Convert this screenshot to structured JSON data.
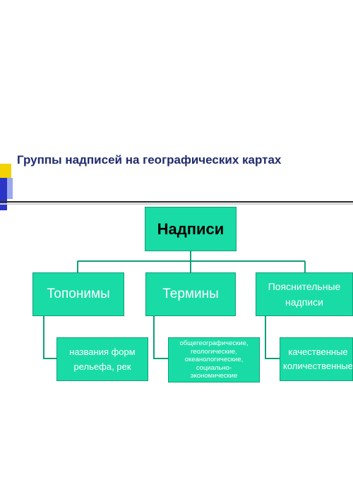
{
  "title": "Группы надписей на географических картах",
  "root": {
    "label": "Надписи"
  },
  "categories": [
    {
      "label": "Топонимы",
      "lines": [
        "Топонимы"
      ],
      "child": {
        "lines": [
          "названия форм",
          "рельефа, рек"
        ]
      }
    },
    {
      "label": "Термины",
      "lines": [
        "Термины"
      ],
      "child": {
        "lines": [
          "общегеографические,",
          "геологические,",
          "океанологические,",
          "социально-",
          "экономические"
        ]
      }
    },
    {
      "label": "Пояснительные надписи",
      "lines": [
        "Пояснительные",
        "надписи"
      ],
      "child": {
        "lines": [
          "качественные",
          "количественные"
        ]
      }
    }
  ],
  "colors": {
    "box_fill": "#19dba6",
    "connector": "#0fa079",
    "title": "#1f2a6e",
    "accent_yellow": "#f2d200",
    "accent_blue": "#2a35c8"
  }
}
